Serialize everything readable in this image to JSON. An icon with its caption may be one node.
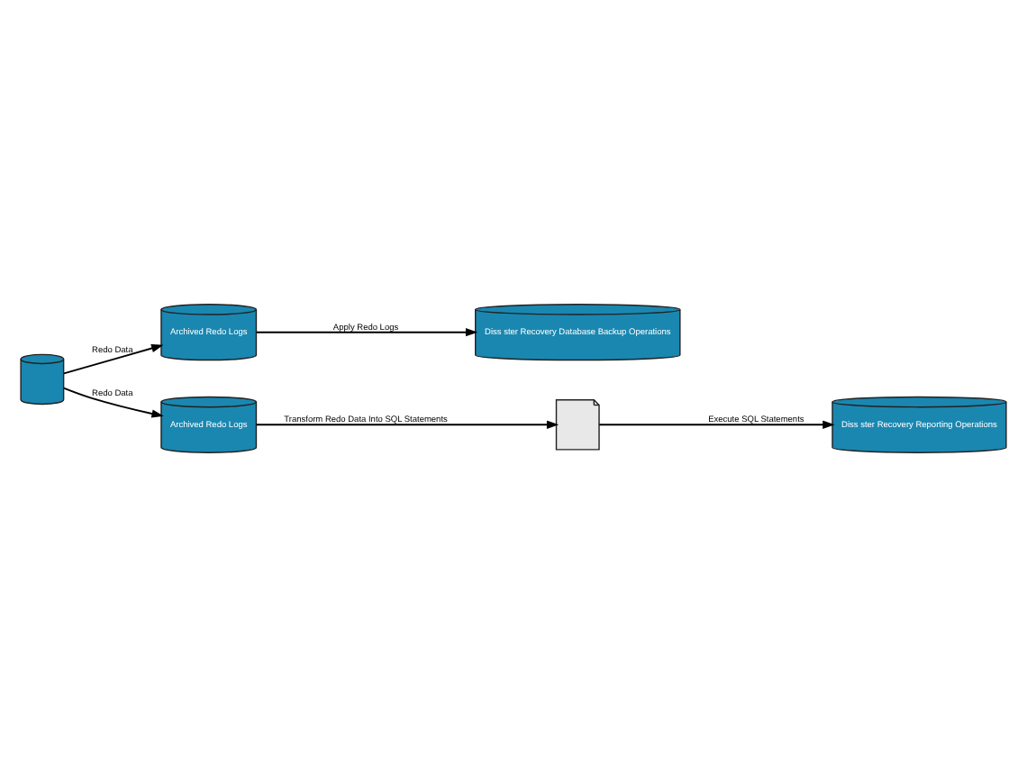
{
  "diagram": {
    "nodes": [
      {
        "text": [],
        "shape": "cylinder"
      },
      {
        "text": [
          "Archived Redo Logs"
        ]
      },
      {
        "text": [
          "Diss ster Recovery Database Backup Operations"
        ]
      },
      {
        "text": [
          "Archived Redo Logs"
        ]
      },
      {
        "text": [],
        "shape": "document"
      },
      {
        "text": [
          "Diss ster Recovery Reporting Operations"
        ]
      }
    ],
    "edges": [
      {
        "from": 0,
        "to": 1,
        "arrow": "to",
        "label": "Redo Data"
      },
      {
        "from": 0,
        "to": 3,
        "arrow": "to",
        "label": "Redo Data"
      },
      {
        "from": 1,
        "to": 2,
        "arrow": "to",
        "label": "Apply Redo Logs"
      },
      {
        "from": 3,
        "to": 4,
        "arrow": "to",
        "label": "Transform Redo Data Into SQL Statements"
      },
      {
        "from": 4,
        "to": 5,
        "arrow": "to",
        "label": "Execute SQL Statements"
      }
    ]
  }
}
